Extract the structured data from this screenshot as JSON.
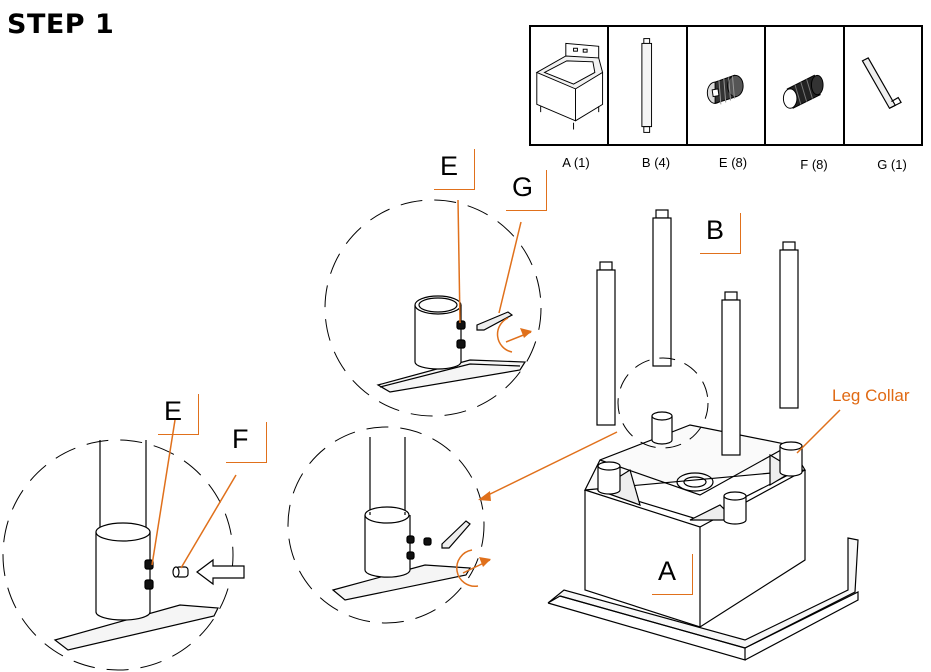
{
  "title": "STEP 1",
  "parts": [
    {
      "label": "A (1)",
      "icon": "sink-icon"
    },
    {
      "label": "B (4)",
      "icon": "leg-pipe-icon"
    },
    {
      "label": "E (8)",
      "icon": "set-screw-icon"
    },
    {
      "label": "F (8)",
      "icon": "screw-plug-icon"
    },
    {
      "label": "G (1)",
      "icon": "hex-key-icon"
    }
  ],
  "callouts": {
    "e_top": "E",
    "g_top": "G",
    "b": "B",
    "e_left": "E",
    "f_left": "F",
    "a": "A",
    "leg_collar": "Leg Collar"
  },
  "colors": {
    "accent": "#e0701b",
    "line": "#000000"
  }
}
